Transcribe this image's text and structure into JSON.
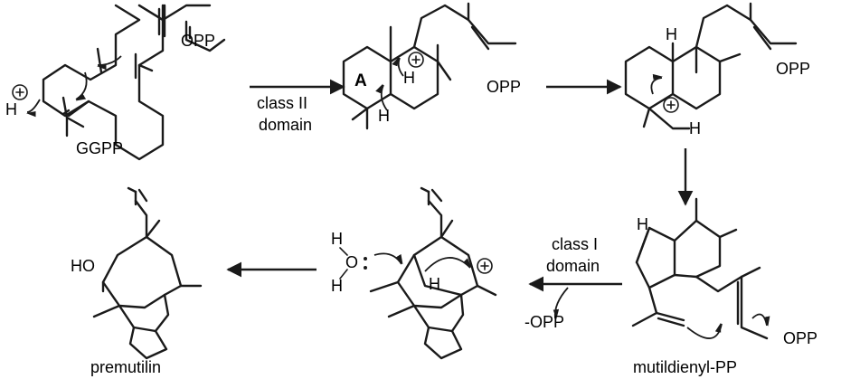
{
  "labels": {
    "h_plus": "H",
    "ggpp": "GGPP",
    "opp": "OPP",
    "opp_b": "OPP",
    "ring_a": "A",
    "h_shift1": "H",
    "h_shift2": "H",
    "h_top2": "H",
    "h_methyl": "H",
    "opp_c": "OPP",
    "h_mutil": "H",
    "opp_d": "OPP",
    "mutildienyl": "mutildienyl-PP",
    "minus_opp": "-OPP",
    "h_water1": "H",
    "o_water": "O",
    "h_water2": "H",
    "h_bridge": "H",
    "ho": "HO",
    "premutilin": "premutilin"
  },
  "steps": {
    "class2_line1": "class II",
    "class2_line2": "domain",
    "class1_line1": "class I",
    "class1_line2": "domain"
  }
}
